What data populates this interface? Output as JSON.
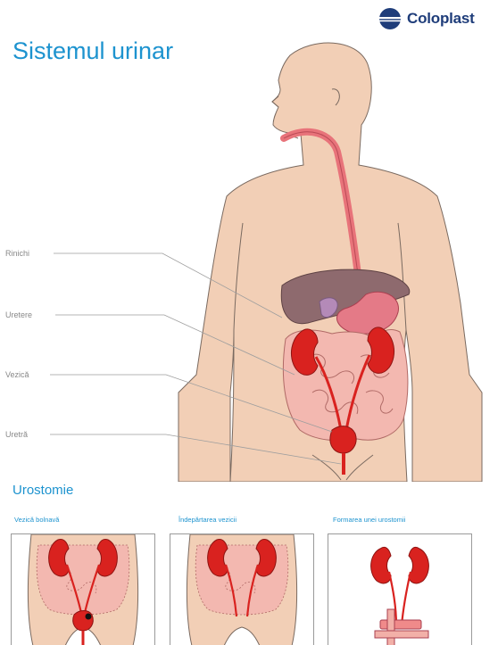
{
  "brand": {
    "name": "Coloplast",
    "icon": "coloplast-logo-icon"
  },
  "title": "Sistemul urinar",
  "labels": {
    "kidneys": "Rinichi",
    "ureters": "Uretere",
    "bladder": "Vezică",
    "urethra": "Uretră"
  },
  "section": {
    "title": "Urostomie",
    "panels": [
      {
        "label": "Vezică bolnavă"
      },
      {
        "label": "Îndepărtarea vezicii"
      },
      {
        "label": "Formarea unei urostomii"
      }
    ]
  },
  "colors": {
    "title_blue": "#1d93cf",
    "brand_navy": "#1f3d7a",
    "skin": "#f2cfb6",
    "organ_red": "#d9221f",
    "intestine_pink": "#f3b8b0"
  }
}
